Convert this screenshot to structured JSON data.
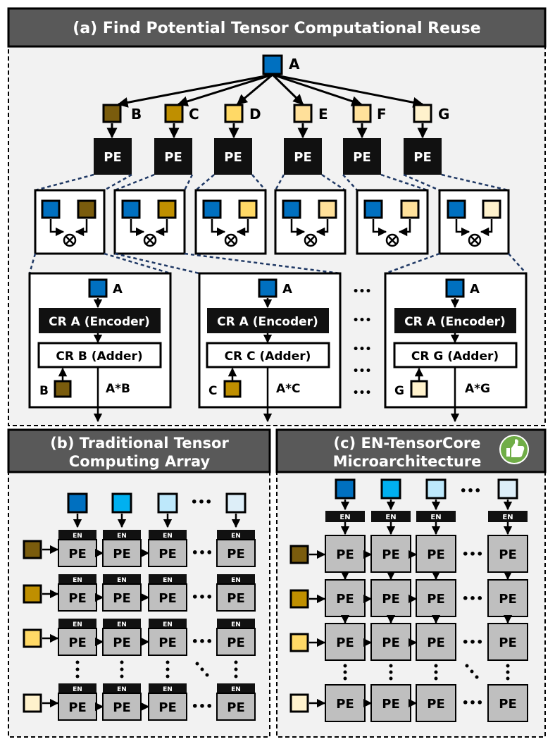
{
  "panel_a": {
    "title": "(a) Find Potential Tensor Computational Reuse",
    "root_label": "A",
    "children": [
      {
        "label": "B",
        "color": "#7a5c0d"
      },
      {
        "label": "C",
        "color": "#bf8f00"
      },
      {
        "label": "D",
        "color": "#ffd966"
      },
      {
        "label": "E",
        "color": "#ffe09a"
      },
      {
        "label": "F",
        "color": "#ffe19b"
      },
      {
        "label": "G",
        "color": "#fff2cc"
      }
    ],
    "pe_label": "PE",
    "reuse_units": [
      {
        "input_label": "A",
        "encoder": "CR A (Encoder)",
        "adder": "CR B (Adder)",
        "operand_label": "B",
        "output": "A*B",
        "color": "#7a5c0d"
      },
      {
        "input_label": "A",
        "encoder": "CR A (Encoder)",
        "adder": "CR C (Adder)",
        "operand_label": "C",
        "output": "A*C",
        "color": "#bf8f00"
      },
      {
        "input_label": "A",
        "encoder": "CR A (Encoder)",
        "adder": "CR G (Adder)",
        "operand_label": "G",
        "output": "A*G",
        "color": "#fff2cc"
      }
    ],
    "ellipsis": "•••"
  },
  "panel_b": {
    "title_line1": "(b) Traditional Tensor",
    "title_line2": "Computing Array",
    "pe_label": "PE",
    "en_label": "EN",
    "ellipsis": "•••"
  },
  "panel_c": {
    "title_line1": "(c) EN-TensorCore",
    "title_line2": "Microarchitecture",
    "pe_label": "PE",
    "en_label": "EN",
    "ellipsis": "•••",
    "badge_icon": "thumbs-up-icon"
  },
  "colors": {
    "header_bg": "#595959",
    "panel_bg": "#f2f2f2",
    "pe_dark": "#111111",
    "pe_gray": "#bfbfbf",
    "blue_root": "#0070c0",
    "col_blues": [
      "#0070c0",
      "#00b0f0",
      "#bde8fb",
      "#ddeef8"
    ],
    "row_yellows": [
      "#7a5c0d",
      "#bf8f00",
      "#ffd966",
      "#fff2cc"
    ],
    "badge_green": "#70ad47",
    "dashed_link": "#1f3864"
  }
}
